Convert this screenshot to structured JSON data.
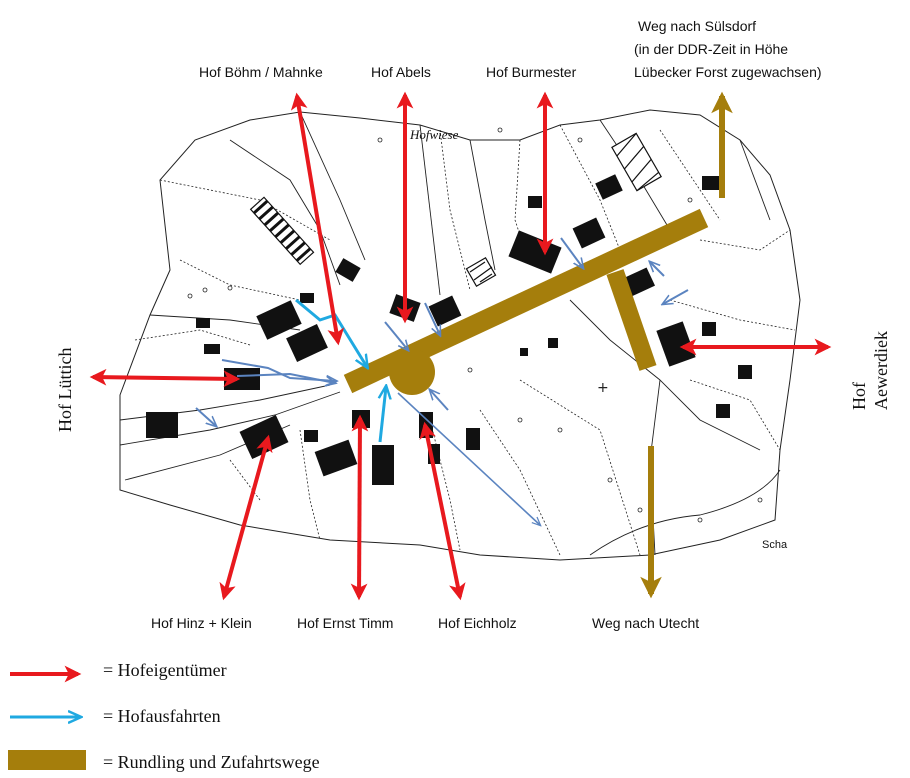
{
  "colors": {
    "owner_arrow": "#e8191e",
    "exit_arrow_light": "#1fa9e1",
    "exit_arrow_dark": "#5b84c0",
    "road": "#a57e0c",
    "map_ink": "#111111"
  },
  "labels": {
    "hof_boehm": "Hof Böhm / Mahnke",
    "hof_abels": "Hof Abels",
    "hof_burmester": "Hof Burmester",
    "weg_suelsdorf_1": "Weg nach Sülsdorf",
    "weg_suelsdorf_2": "(in der DDR-Zeit in Höhe",
    "weg_suelsdorf_3": "Lübecker Forst zugewachsen)",
    "hof_luettich": "Hof Lüttich",
    "hof_aewerdiek_1": "Hof",
    "hof_aewerdiek_2": "Aewerdiek",
    "hof_hinz": "Hof Hinz + Klein",
    "hof_timm": "Hof Ernst Timm",
    "hof_eichholz": "Hof Eichholz",
    "weg_utecht": "Weg nach Utecht",
    "map_hofwiese": "Hofwiese",
    "map_scha": "Scha"
  },
  "legend": {
    "owner": "= Hofeigentümer",
    "exits": "= Hofausfahrten",
    "roads": "= Rundling und Zufahrtswege"
  }
}
